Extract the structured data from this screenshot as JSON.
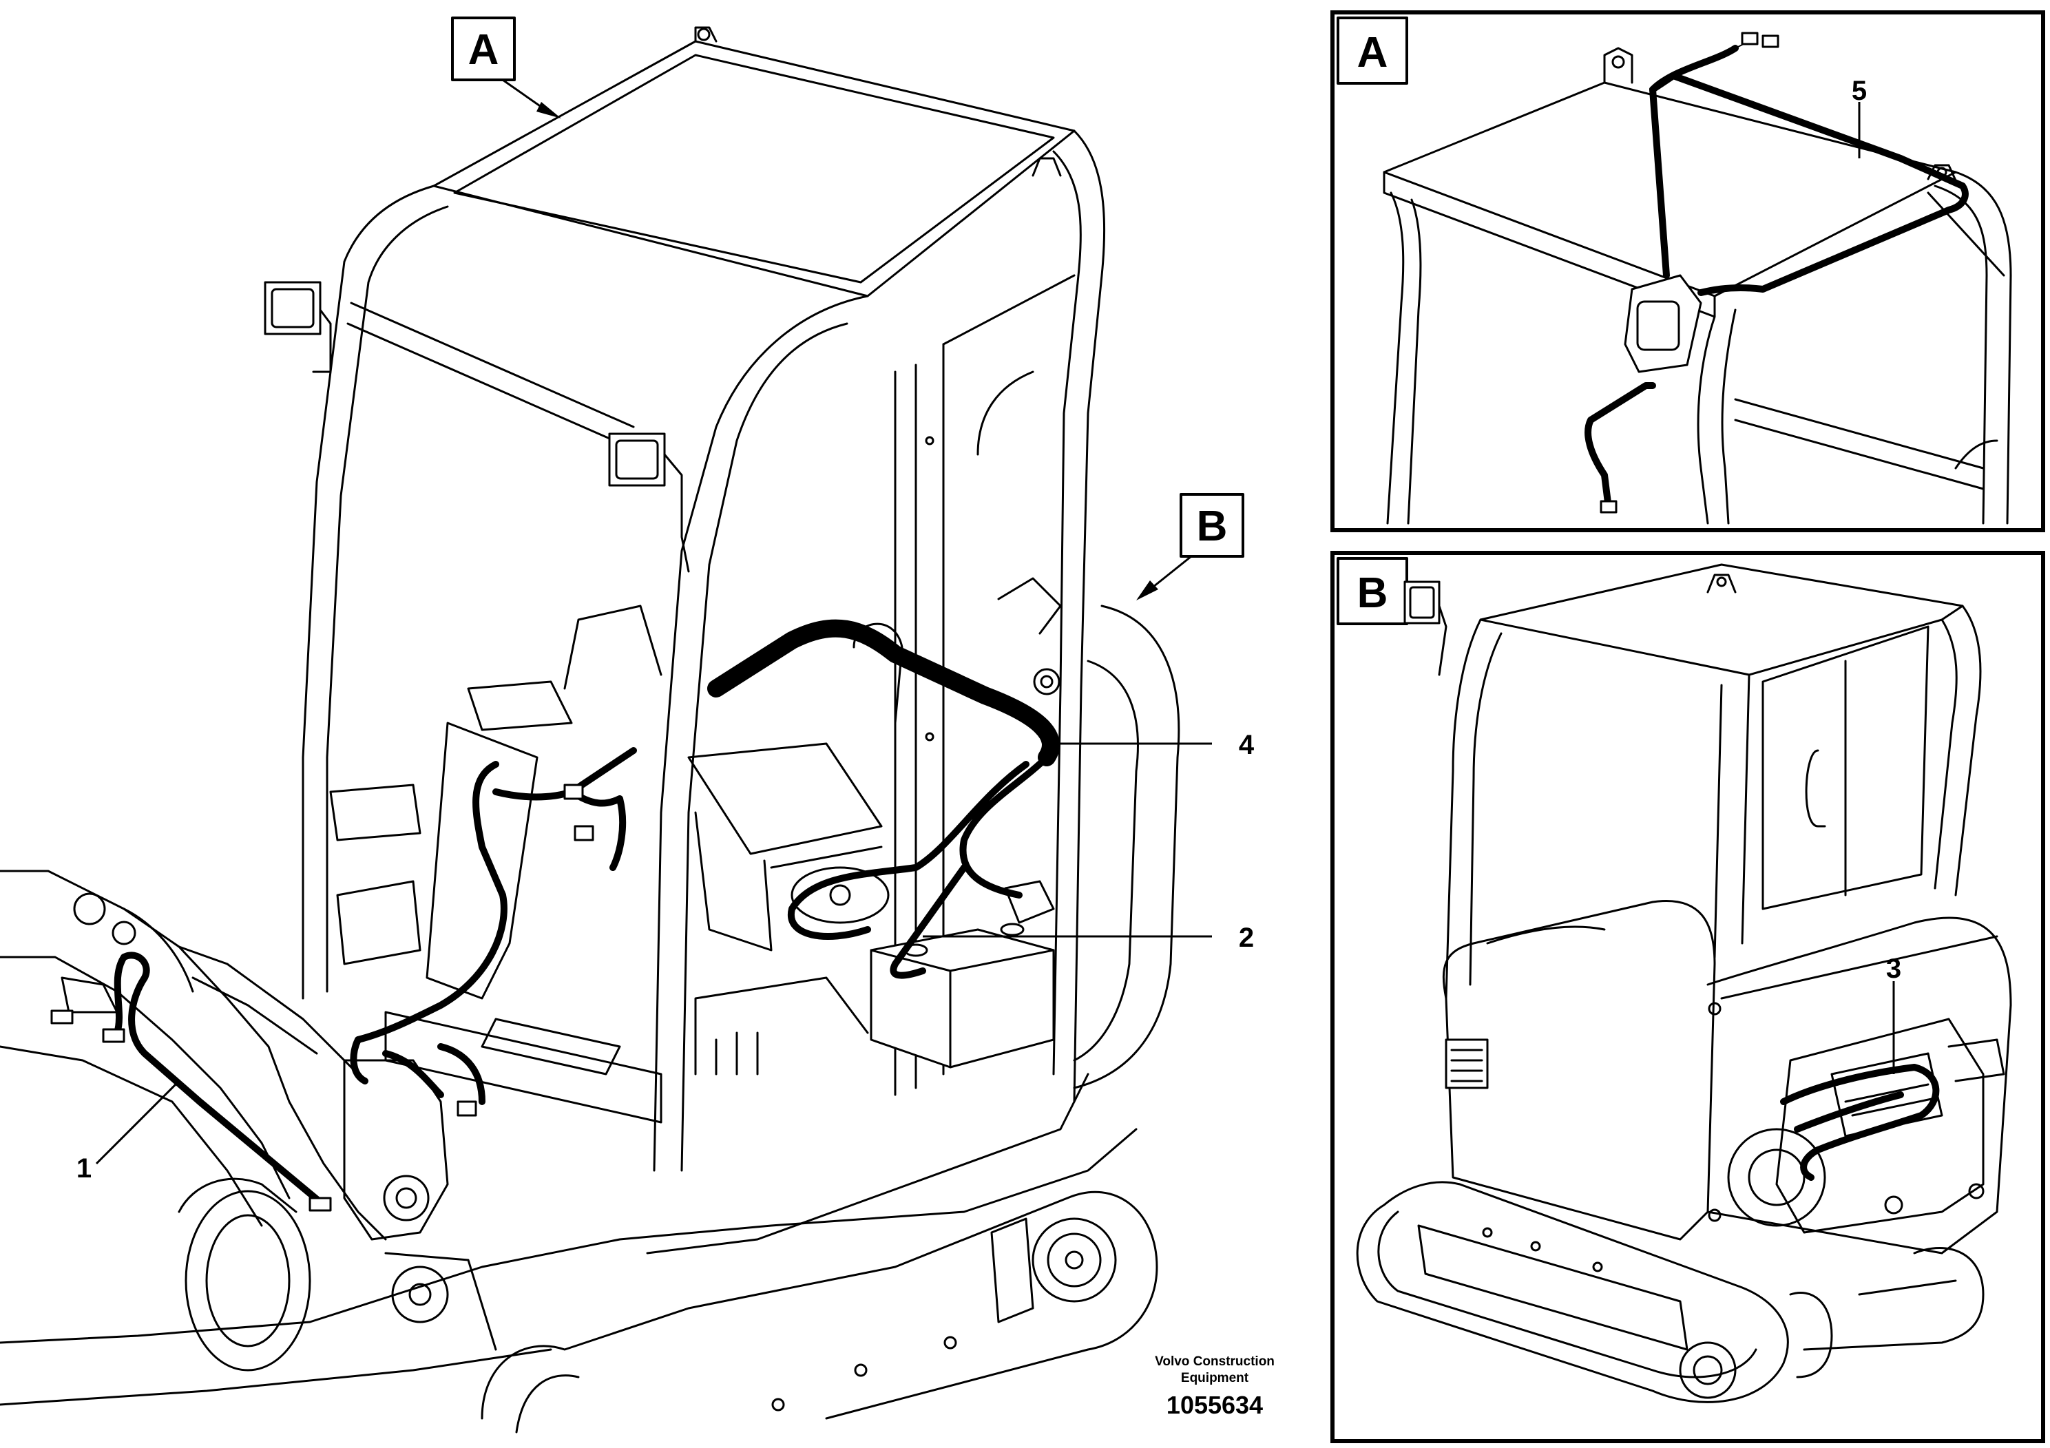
{
  "views": {
    "main": {
      "label": "A",
      "label_b": "B"
    },
    "detail_a": {
      "label": "A"
    },
    "detail_b": {
      "label": "B"
    }
  },
  "callouts": [
    "1",
    "2",
    "3",
    "4",
    "5"
  ],
  "credit": {
    "line1": "Volvo Construction",
    "line2": "Equipment"
  },
  "document_number": "1055634"
}
